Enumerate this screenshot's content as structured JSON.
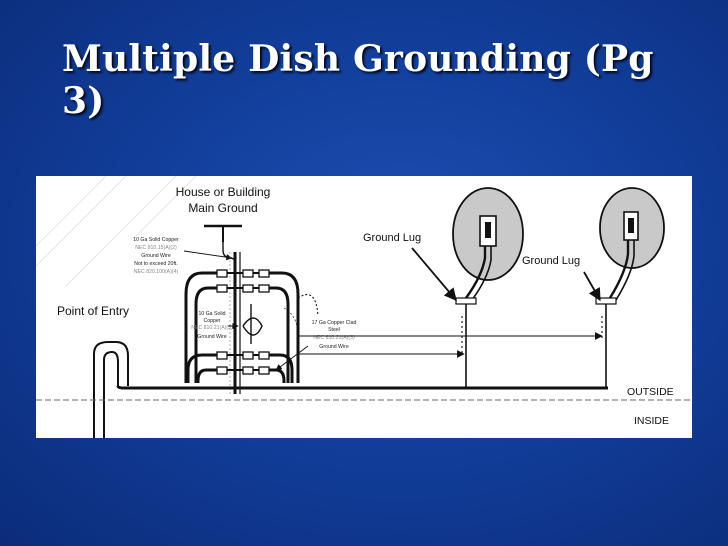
{
  "slide": {
    "title": "Multiple Dish Grounding (Pg 3)"
  },
  "diagram": {
    "labels": {
      "main_ground_line1": "House or Building",
      "main_ground_line2": "Main Ground",
      "point_of_entry": "Point of Entry",
      "ground_lug_1": "Ground Lug",
      "ground_lug_2": "Ground Lug",
      "outside": "OUTSIDE",
      "inside": "INSIDE"
    },
    "notes": {
      "wire10_line1": "10 Ga Solid Copper",
      "wire10_line2": "NEC 810.15(A)(2)",
      "wire10_line3": "Ground Wire",
      "wire10_line4": "Not to exceed 20ft.",
      "wire10_line5": "NEC 820.100(A)(4)",
      "copper_line1": "10 Ga Solid",
      "copper_line2": "Copper",
      "copper_line3": "NEC 810.21(A)(3)",
      "copper_line4": "Ground Wire",
      "steel_line1": "17 Ga Copper Clad",
      "steel_line2": "Steel",
      "steel_line3": "NEC 810.21(A)(3)",
      "steel_line4": "Ground Wire"
    }
  }
}
